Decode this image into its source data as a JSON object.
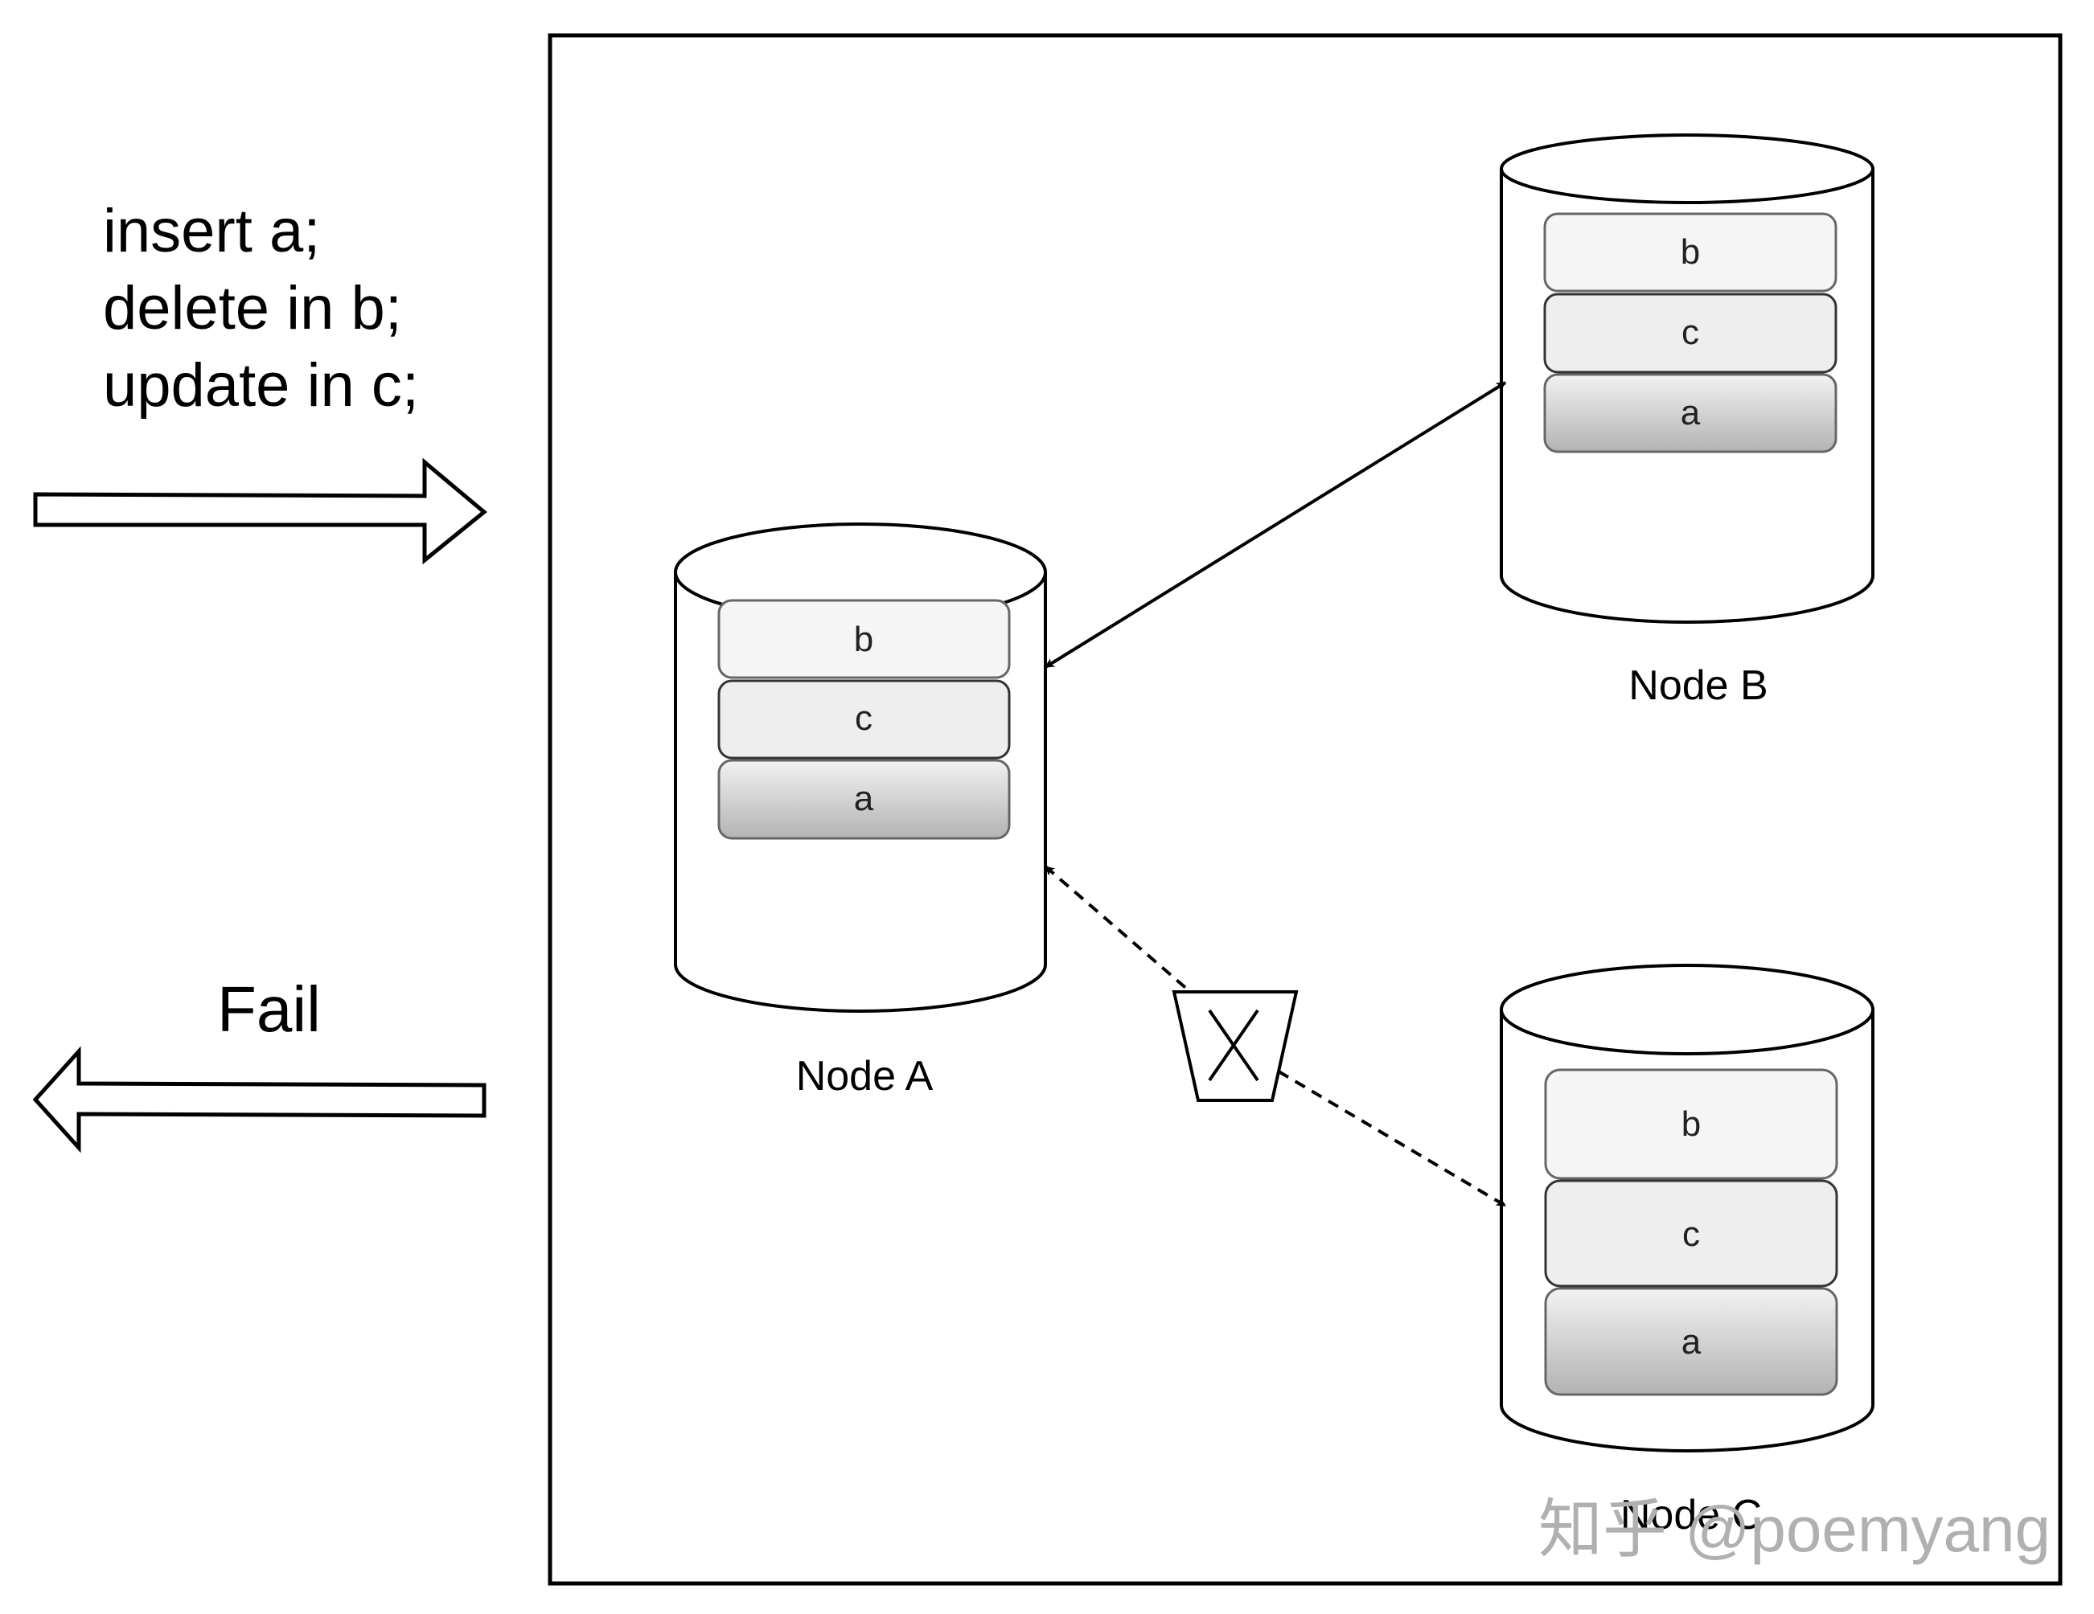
{
  "client": {
    "commands": [
      "insert a;",
      "delete in b;",
      "update in c;"
    ],
    "request_arrow_icon": "right-hollow-arrow",
    "response_label": "Fail",
    "response_arrow_icon": "left-hollow-arrow"
  },
  "cluster": {
    "nodes": [
      {
        "id": "A",
        "label": "Node A",
        "blocks": [
          "b",
          "c",
          "a"
        ]
      },
      {
        "id": "B",
        "label": "Node B",
        "blocks": [
          "b",
          "c",
          "a"
        ]
      },
      {
        "id": "C",
        "label": "Node C",
        "blocks": [
          "b",
          "c",
          "a"
        ]
      }
    ],
    "links": [
      {
        "from": "A",
        "to": "B",
        "style": "solid",
        "bidirectional": true
      },
      {
        "from": "A",
        "to": "C",
        "style": "dashed",
        "bidirectional": true,
        "broken": true
      }
    ],
    "broken_link_icon": "disconnected-x-icon"
  },
  "colors": {
    "stroke": "#000000",
    "block_b_fill": "#f5f5f5",
    "block_c_fill": "#eeeeee",
    "block_a_gradient_top": "#f2f2f2",
    "block_a_gradient_bottom": "#b3b3b3",
    "block_border": "#666666",
    "watermark": "#b0b0b0"
  },
  "watermark": "知乎 @poemyang"
}
